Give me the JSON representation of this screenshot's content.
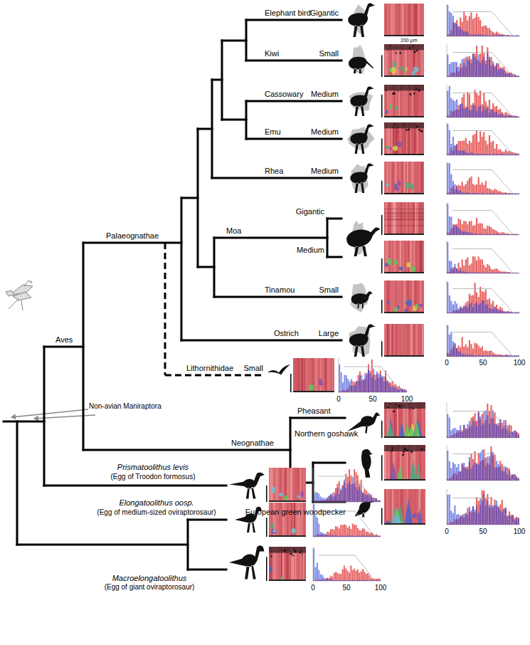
{
  "diagram": {
    "labels": [
      "Elephant bird",
      "Gigantic",
      "Kiwi",
      "Small",
      "Cassowary",
      "Medium",
      "Emu",
      "Medium",
      "Rhea",
      "Medium",
      "Moa",
      "Gigantic",
      "Medium",
      "Tinamou",
      "Small",
      "Ostrich",
      "Large",
      "Palaeognathae",
      "200 μm",
      "0",
      "50",
      "100",
      "Lithornithidae",
      "Small",
      "0",
      "50",
      "100",
      "Aves",
      "Non-avian Maniraptora",
      "Neognathae",
      "Pheasant",
      "Northern goshawk",
      "European green woodpecker",
      "0",
      "50",
      "100",
      "Prismatoolithus levis",
      "(Egg of Troodon formosus)",
      "Elongatoolithus oosp.",
      "(Egg of medium-sized oviraptorosaur)",
      "Macroelongatoolithus",
      "(Egg of giant oviraptorosaur)",
      "0",
      "50",
      "100"
    ]
  }
}
